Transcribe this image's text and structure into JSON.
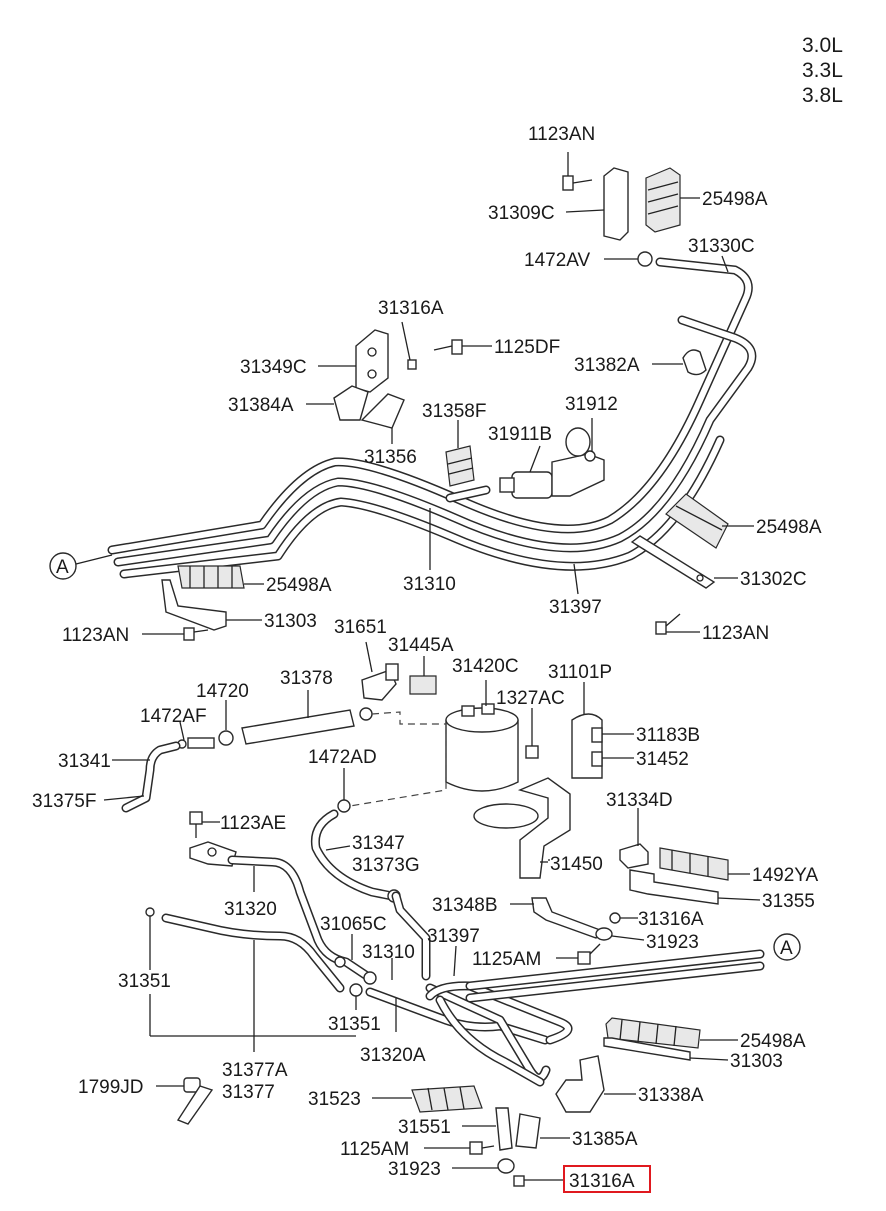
{
  "engines": [
    "3.0L",
    "3.3L",
    "3.8L"
  ],
  "reference_marker": "A",
  "highlight_color": "#e0191f",
  "labels": {
    "p1123an_top": "1123AN",
    "p25498a_top": "25498A",
    "p31309c": "31309C",
    "p1472av": "1472AV",
    "p31330c": "31330C",
    "p31316a_top": "31316A",
    "p1125df": "1125DF",
    "p31349c": "31349C",
    "p31382a": "31382A",
    "p31384a": "31384A",
    "p31358f": "31358F",
    "p31912": "31912",
    "p31911b": "31911B",
    "p31356": "31356",
    "p25498a_r": "25498A",
    "p31310_top": "31310",
    "p25498a_l": "25498A",
    "p31302c": "31302C",
    "p31303_l": "31303",
    "p31397_top": "31397",
    "p1123an_l": "1123AN",
    "p1123an_r": "1123AN",
    "p31651": "31651",
    "p31445a": "31445A",
    "p31420c": "31420C",
    "p31101p": "31101P",
    "p14720": "14720",
    "p31378": "31378",
    "p1327ac": "1327AC",
    "p1472af": "1472AF",
    "p31183b": "31183B",
    "p31341": "31341",
    "p1472ad": "1472AD",
    "p31452": "31452",
    "p31375f": "31375F",
    "p31334d": "31334D",
    "p1123ae": "1123AE",
    "p31347": "31347",
    "p31373g": "31373G",
    "p31450": "31450",
    "p1492ya": "1492YA",
    "p31320": "31320",
    "p31355": "31355",
    "p31348b": "31348B",
    "p31065c": "31065C",
    "p31316a_mid": "31316A",
    "p31397_bot": "31397",
    "p31923_mid": "31923",
    "p31310_bot": "31310",
    "p1125am_mid": "1125AM",
    "p31351_l": "31351",
    "p31351_r": "31351",
    "p25498a_b": "25498A",
    "p31320a": "31320A",
    "p31303_b": "31303",
    "p31377a": "31377A",
    "p1799jd": "1799JD",
    "p31377": "31377",
    "p31338a": "31338A",
    "p31523": "31523",
    "p31551": "31551",
    "p31385a": "31385A",
    "p1125am_bot": "1125AM",
    "p31923_bot": "31923",
    "p31316a_bot": "31316A"
  }
}
